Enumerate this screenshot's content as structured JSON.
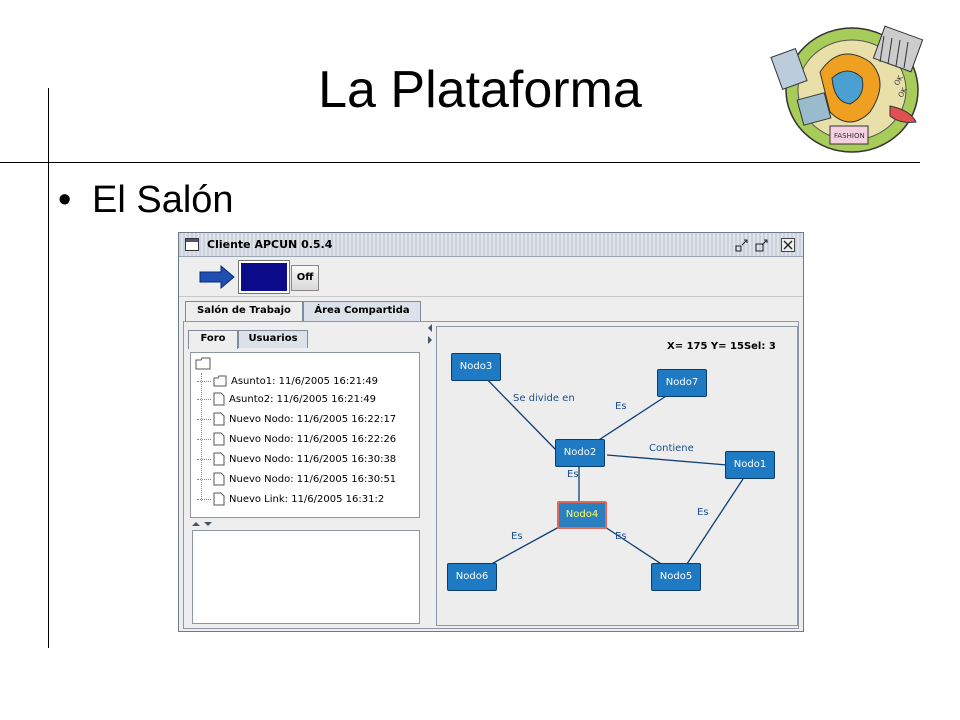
{
  "slide": {
    "title": "La Plataforma",
    "bullet": "El Salón"
  },
  "window": {
    "title": "Cliente APCUN 0.5.4",
    "controls": [
      "minimize-icon",
      "maximize-icon",
      "close-icon"
    ]
  },
  "toolbar": {
    "color_swatch": "#0b0b8c",
    "off_label": "Off"
  },
  "main_tabs": [
    {
      "label": "Salón de Trabajo",
      "active": true
    },
    {
      "label": "Área Compartida",
      "active": false
    }
  ],
  "sub_tabs": [
    {
      "label": "Foro",
      "active": true
    },
    {
      "label": "Usuarios",
      "active": false
    }
  ],
  "forum_tree": [
    {
      "label": "Asunto1: 11/6/2005 16:21:49",
      "type": "folder"
    },
    {
      "label": "Asunto2: 11/6/2005 16:21:49",
      "type": "file"
    },
    {
      "label": "Nuevo Nodo: 11/6/2005 16:22:17",
      "type": "file"
    },
    {
      "label": "Nuevo Nodo: 11/6/2005 16:22:26",
      "type": "file"
    },
    {
      "label": "Nuevo Nodo: 11/6/2005 16:30:38",
      "type": "file"
    },
    {
      "label": "Nuevo Nodo: 11/6/2005 16:30:51",
      "type": "file"
    },
    {
      "label": "Nuevo Link: 11/6/2005 16:31:2",
      "type": "file"
    }
  ],
  "graph": {
    "coords_text": "X= 175 Y= 15Sel: 3",
    "nodes": [
      {
        "id": "nodo3",
        "label": "Nodo3",
        "selected": false
      },
      {
        "id": "nodo7",
        "label": "Nodo7",
        "selected": false
      },
      {
        "id": "nodo2",
        "label": "Nodo2",
        "selected": false
      },
      {
        "id": "nodo1",
        "label": "Nodo1",
        "selected": false
      },
      {
        "id": "nodo4",
        "label": "Nodo4",
        "selected": true
      },
      {
        "id": "nodo6",
        "label": "Nodo6",
        "selected": false
      },
      {
        "id": "nodo5",
        "label": "Nodo5",
        "selected": false
      }
    ],
    "edges": [
      {
        "from": "nodo3",
        "to": "nodo2",
        "label": "Se divide en"
      },
      {
        "from": "nodo7",
        "to": "nodo2",
        "label": "Es"
      },
      {
        "from": "nodo2",
        "to": "nodo1",
        "label": "Contiene"
      },
      {
        "from": "nodo4",
        "to": "nodo2",
        "label": "Es"
      },
      {
        "from": "nodo4",
        "to": "nodo6",
        "label": "Es"
      },
      {
        "from": "nodo4",
        "to": "nodo5",
        "label": "Es"
      },
      {
        "from": "nodo1",
        "to": "nodo5",
        "label": "Es"
      }
    ],
    "node_color": "#1f7ac4",
    "selected_border": "#e06a5a",
    "edge_label_color": "#1a4f90"
  }
}
